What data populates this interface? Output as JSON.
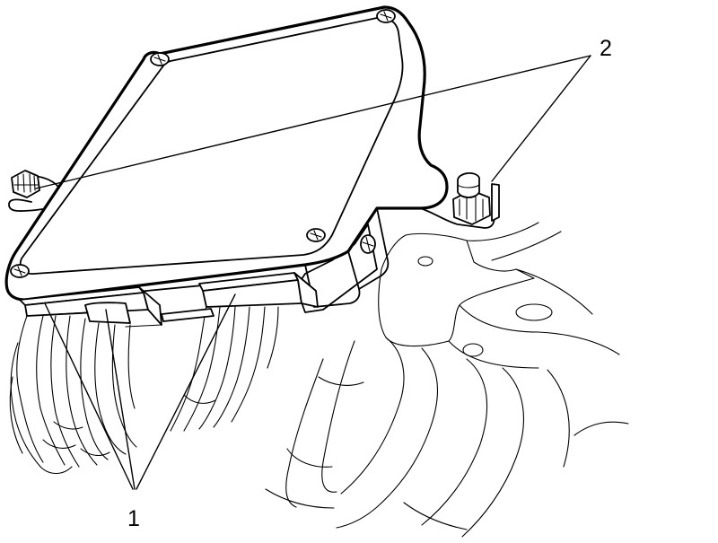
{
  "diagram": {
    "callouts": [
      {
        "id": "connectors",
        "label": "1"
      },
      {
        "id": "ground-nuts",
        "label": "2"
      }
    ]
  }
}
